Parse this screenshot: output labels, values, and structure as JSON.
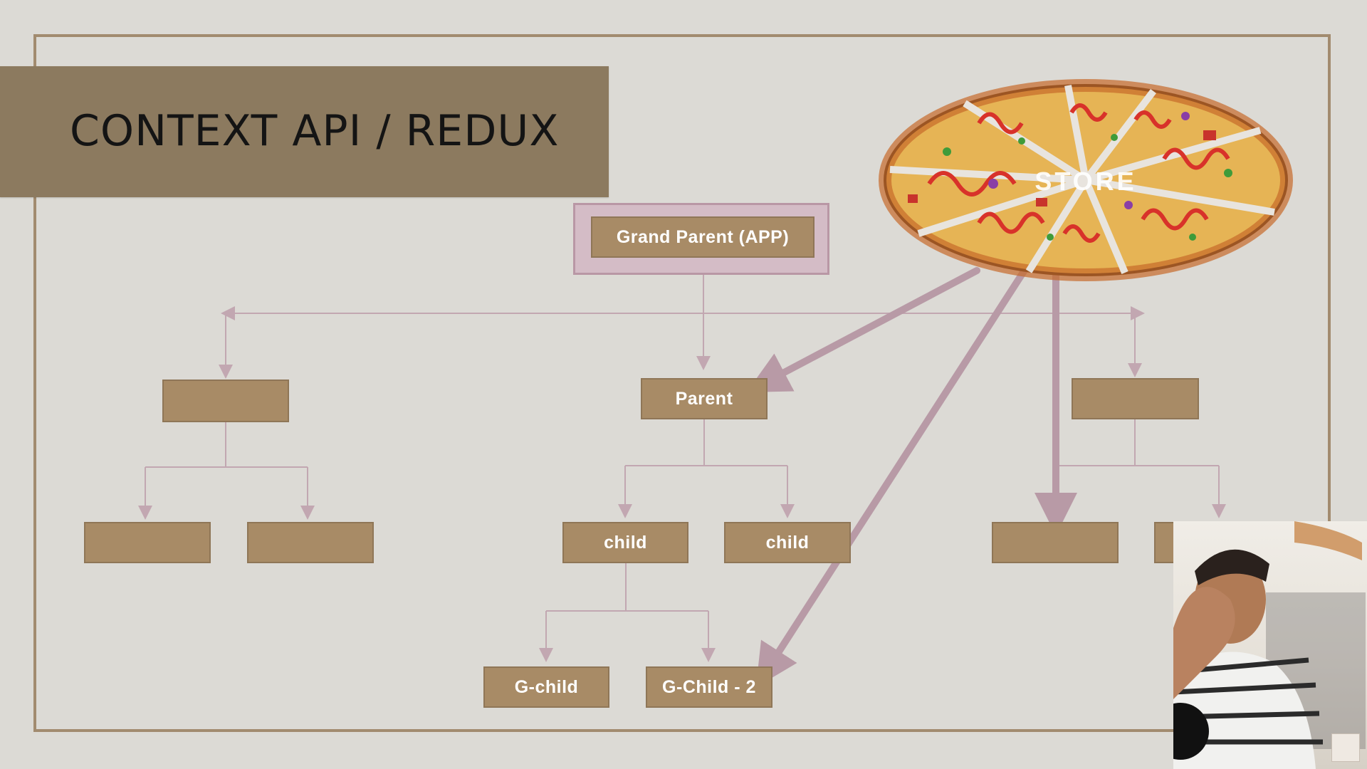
{
  "slide": {
    "title": "CONTEXT API / REDUX"
  },
  "store": {
    "label": "STORE",
    "icon": "pizza-icon"
  },
  "tree": {
    "root": "Grand Parent (APP)",
    "level1": [
      "",
      "Parent",
      ""
    ],
    "level2_left": [
      "",
      ""
    ],
    "level2_middle": [
      "child",
      "child"
    ],
    "level2_right": [
      "",
      ""
    ],
    "level3_middle": [
      "G-child",
      "G-Child - 2"
    ]
  },
  "colors": {
    "background": "#dcdad5",
    "frame": "#a28b6f",
    "banner": "#8c7a5f",
    "node": "#a88b66",
    "root_border": "#b997a5",
    "connector": "#c2a7b1",
    "store_arrow": "#b89aa6"
  },
  "video_overlay": {
    "presenter": "presenter-video"
  }
}
